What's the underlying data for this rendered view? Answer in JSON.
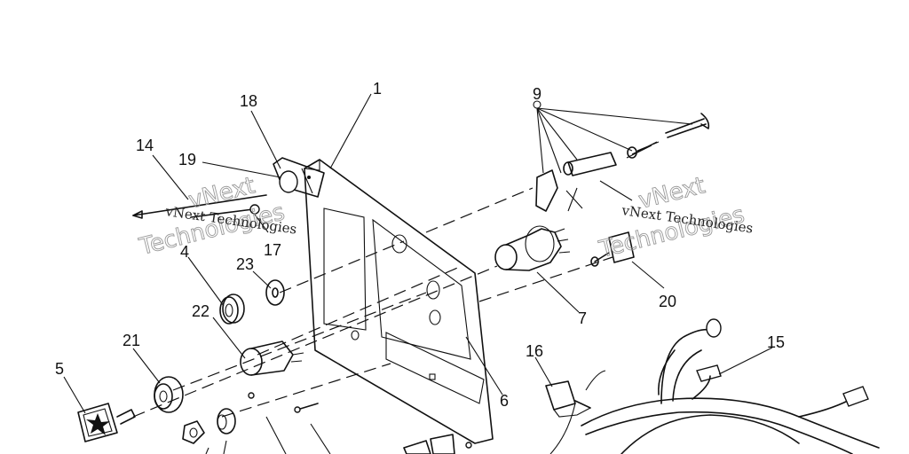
{
  "callouts": {
    "c1": "1",
    "c4": "4",
    "c5": "5",
    "c6": "6",
    "c7": "7",
    "c9": "9",
    "c14": "14",
    "c15": "15",
    "c16": "16",
    "c17": "17",
    "c18": "18",
    "c19": "19",
    "c20": "20",
    "c21": "21",
    "c22": "22",
    "c23": "23"
  },
  "watermarks": {
    "left_small": "vNext Technologies",
    "right_small": "vNext Technologies",
    "left_big_1": "vNext",
    "left_big_2": "Technologies",
    "right_big_1": "vNext",
    "right_big_2": "Technologies"
  }
}
